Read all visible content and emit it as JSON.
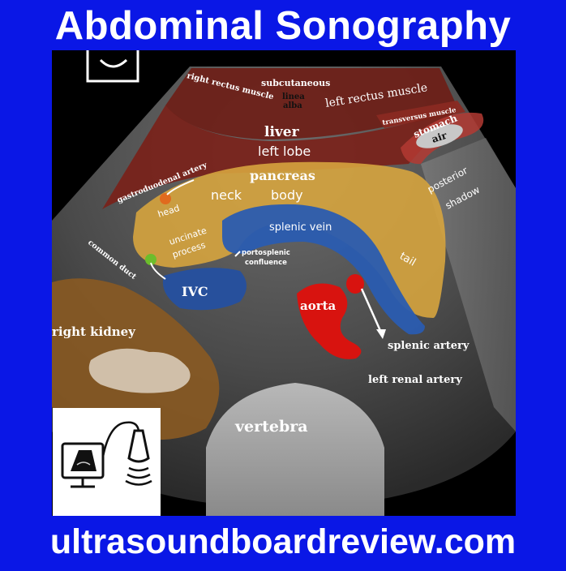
{
  "header": {
    "title": "Abdominal Sonography"
  },
  "footer": {
    "website": "ultrasoundboardreview.com"
  },
  "labels": {
    "subcutaneous": "subcutaneous",
    "right_rectus_muscle": "right rectus muscle",
    "linea": "linea",
    "alba": "alba",
    "left_rectus_muscle": "left rectus muscle",
    "transversus_muscle": "transversus muscle",
    "liver": "liver",
    "left_lobe": "left lobe",
    "stomach": "stomach",
    "air": "air",
    "posterior": "posterior",
    "shadow": "shadow",
    "gastroduodenal_artery": "gastroduodenal artery",
    "pancreas": "pancreas",
    "neck": "neck",
    "body": "body",
    "head": "head",
    "uncinate": "uncinate",
    "process": "process",
    "splenic_vein": "splenic vein",
    "portosplenic": "portosplenic",
    "confluence": "confluence",
    "tail": "tail",
    "common_duct": "common duct",
    "ivc": "IVC",
    "aorta": "aorta",
    "right_kidney": "right kidney",
    "splenic_artery": "splenic artery",
    "left_renal_artery": "left renal artery",
    "vertebra": "vertebra"
  },
  "colors": {
    "background": "#0a17e6",
    "muscle": "#7a2018",
    "pancreas": "#d8a640",
    "vein": "#2a5cb0",
    "aorta": "#d8130f",
    "kidney": "#8a5a22",
    "gda": "#e06a1e",
    "common_duct": "#6cbd2c"
  }
}
